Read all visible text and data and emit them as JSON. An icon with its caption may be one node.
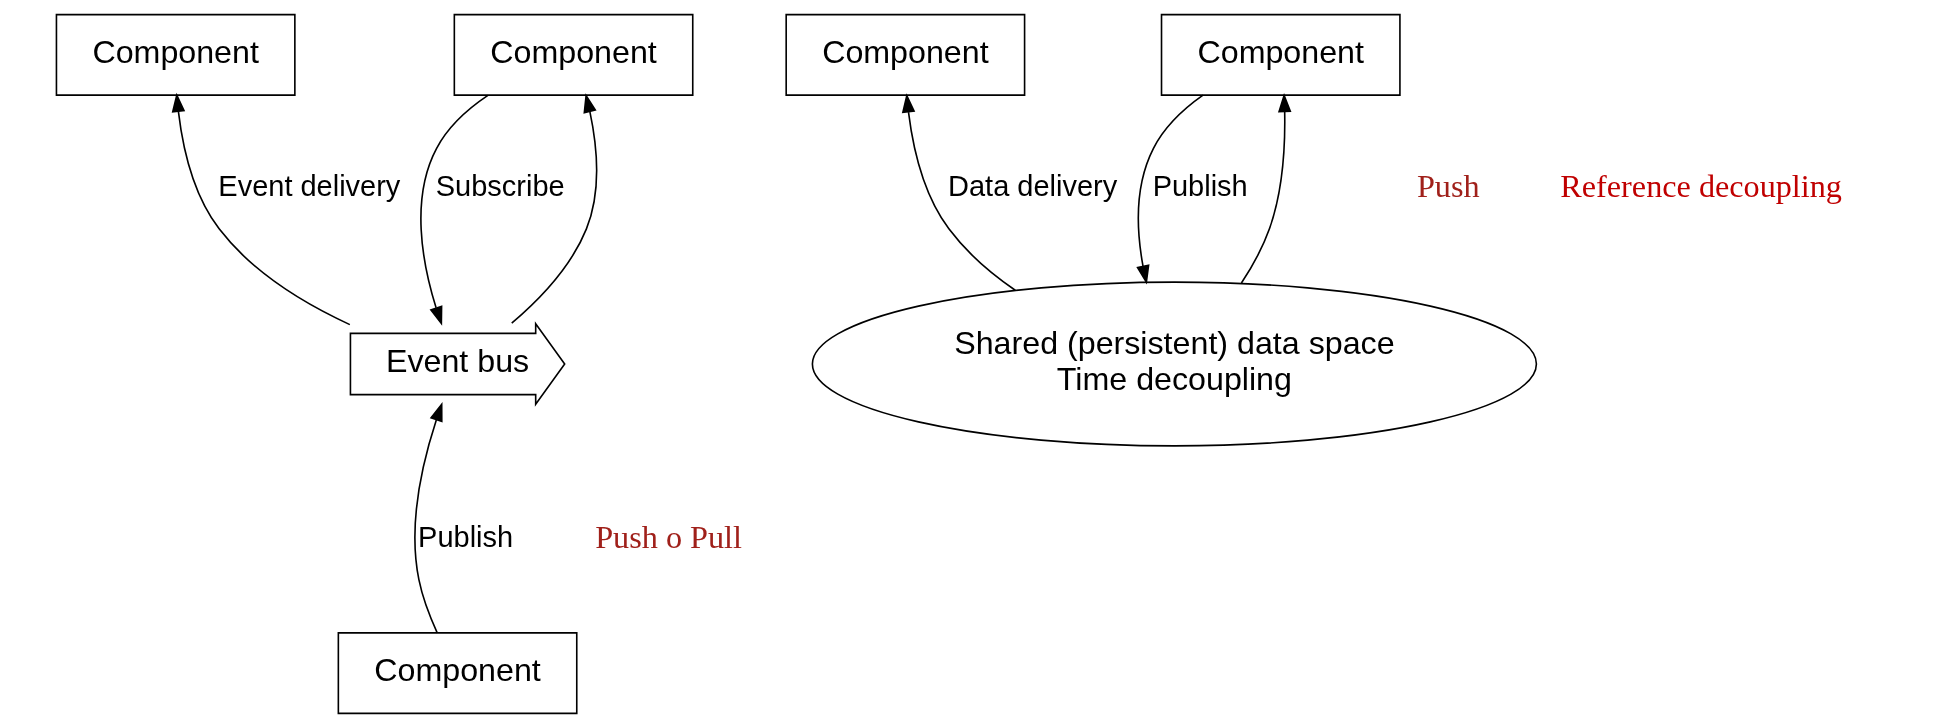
{
  "diagram": {
    "nodes": [
      {
        "text": [
          "Component"
        ]
      },
      {
        "text": [
          "Component"
        ]
      },
      {
        "text": [
          "Event bus"
        ]
      },
      {
        "text": [
          "Component"
        ]
      },
      {
        "text": [
          "Component"
        ]
      },
      {
        "text": [
          "Component"
        ]
      },
      {
        "text": [
          "Shared (persistent) data space",
          "Time decoupling"
        ]
      }
    ],
    "edges": [
      {
        "from": 2,
        "to": 0,
        "arrow": "to",
        "label": "Event delivery"
      },
      {
        "from": 2,
        "to": 1,
        "arrow": "to"
      },
      {
        "from": 1,
        "to": 2,
        "arrow": "to",
        "label": "Subscribe"
      },
      {
        "from": 3,
        "to": 2,
        "arrow": "to",
        "label": "Publish"
      },
      {
        "from": 6,
        "to": 4,
        "arrow": "to",
        "label": "Data delivery"
      },
      {
        "from": 6,
        "to": 5,
        "arrow": "to"
      },
      {
        "from": 5,
        "to": 6,
        "arrow": "to",
        "label": "Publish"
      }
    ],
    "labels": [
      "Push",
      "Push o Pull",
      "Reference decoupling"
    ]
  }
}
